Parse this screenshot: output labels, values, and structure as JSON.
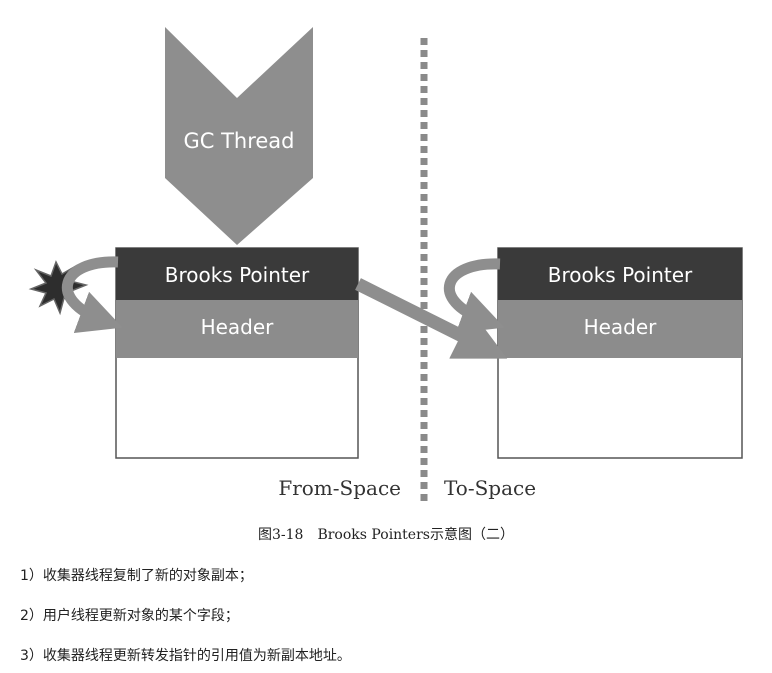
{
  "gc_thread": {
    "label": "GC Thread"
  },
  "from_object": {
    "pointer_label": "Brooks Pointer",
    "header_label": "Header"
  },
  "to_object": {
    "pointer_label": "Brooks Pointer",
    "header_label": "Header"
  },
  "spaces": {
    "from": "From-Space",
    "to": "To-Space"
  },
  "caption": "图3-18　Brooks Pointers示意图（二）",
  "steps": [
    "1）收集器线程复制了新的对象副本；",
    "2）用户线程更新对象的某个字段；",
    "3）收集器线程更新转发指针的引用值为新副本地址。"
  ],
  "colors": {
    "pointer_bar": "#3a3a3a",
    "header_bar": "#8c8c8c",
    "arrow": "#8e8e8e",
    "divider": "#8a8a8a"
  }
}
